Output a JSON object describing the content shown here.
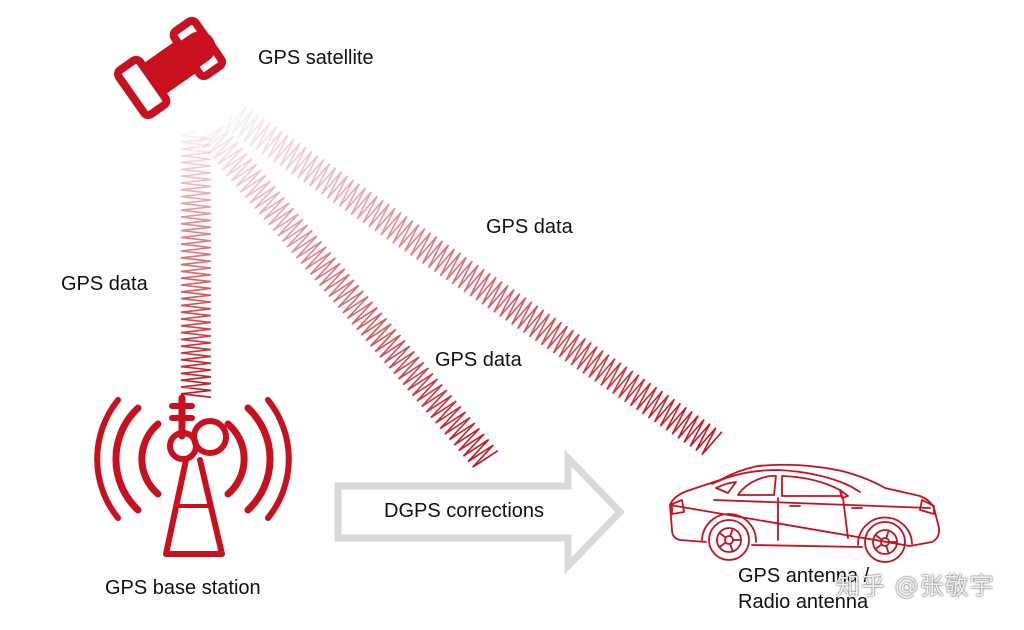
{
  "labels": {
    "satellite": "GPS satellite",
    "gps_data_left": "GPS data",
    "gps_data_upper": "GPS data",
    "gps_data_middle": "GPS data",
    "base_station": "GPS base station",
    "corrections": "DGPS corrections",
    "car_antenna_line1": "GPS antenna /",
    "car_antenna_line2": "Radio antenna"
  },
  "watermark": "知乎 @张敬宇",
  "colors": {
    "accent": "#c8101e",
    "arrow": "#d9d9d9",
    "text": "#111111"
  },
  "icons": {
    "satellite": "satellite-icon",
    "base_station": "radio-tower-icon",
    "car": "car-icon",
    "arrow": "arrow-right-icon"
  }
}
